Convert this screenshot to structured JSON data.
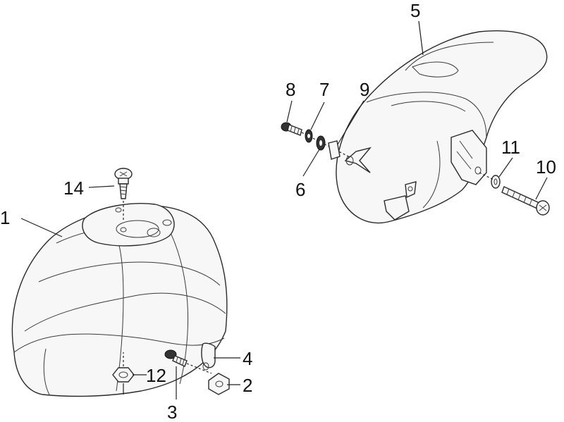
{
  "callouts": {
    "c1": "1",
    "c2": "2",
    "c3": "3",
    "c4": "4",
    "c5": "5",
    "c6": "6",
    "c7": "7",
    "c8": "8",
    "c9": "9",
    "c10": "10",
    "c11": "11",
    "c12": "12",
    "c14": "14"
  }
}
